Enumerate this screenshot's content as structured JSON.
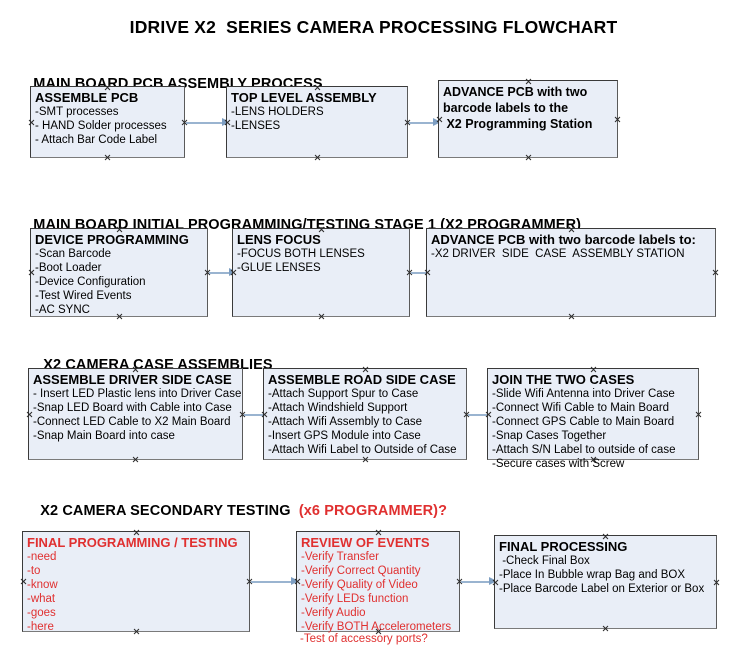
{
  "document": {
    "title": "IDRIVE X2  SERIES CAMERA PROCESSING FLOWCHART"
  },
  "colors": {
    "box_fill": "#e9eef7",
    "box_border": "#3a3a3a",
    "arrow": "#9ab4d0",
    "red_accent": "#e03030",
    "text": "#000000"
  },
  "sections": [
    {
      "id": "main-board-pcb-assembly-process",
      "heading": "MAIN BOARD PCB ASSEMBLY PROCESS",
      "heading_red": "",
      "boxes": [
        {
          "id": "assemble-pcb",
          "title": "ASSEMBLE PCB",
          "lines": [
            "-SMT processes",
            "- HAND Solder processes",
            "- Attach Bar Code Label"
          ]
        },
        {
          "id": "top-level-assembly",
          "title": "TOP LEVEL ASSEMBLY",
          "lines": [
            "-LENS HOLDERS",
            "-LENSES"
          ]
        },
        {
          "id": "advance-pcb-to-x2-programming-station",
          "title": "ADVANCE PCB with two\nbarcode labels to the\n X2 Programming Station",
          "lines": []
        }
      ]
    },
    {
      "id": "main-board-initial-programming-testing-stage-1",
      "heading": "MAIN BOARD INITIAL PROGRAMMING/TESTING STAGE 1 (X2 PROGRAMMER)",
      "heading_red": "",
      "boxes": [
        {
          "id": "device-programming",
          "title": "DEVICE PROGRAMMING",
          "lines": [
            "-Scan Barcode",
            "-Boot Loader",
            "-Device Configuration",
            "-Test Wired Events",
            "-AC SYNC"
          ]
        },
        {
          "id": "lens-focus",
          "title": "LENS FOCUS",
          "lines": [
            "-FOCUS BOTH LENSES",
            "-GLUE LENSES"
          ]
        },
        {
          "id": "advance-pcb-to-driver-side-case-assembly-station",
          "title": "ADVANCE PCB with two barcode labels to:",
          "lines": [
            "-X2 DRIVER  SIDE  CASE  ASSEMBLY STATION"
          ]
        }
      ]
    },
    {
      "id": "x2-camera-case-assemblies",
      "heading": "X2 CAMERA CASE ASSEMBLIES",
      "heading_red": "",
      "boxes": [
        {
          "id": "assemble-driver-side-case",
          "title": "ASSEMBLE DRIVER SIDE CASE",
          "lines": [
            "- Insert LED Plastic lens into Driver Case",
            "-Snap LED Board with Cable into Case",
            "-Connect LED Cable to X2 Main Board",
            "-Snap Main Board into case"
          ]
        },
        {
          "id": "assemble-road-side-case",
          "title": "ASSEMBLE ROAD SIDE CASE",
          "lines": [
            "-Attach Support Spur to Case",
            "-Attach Windshield Support",
            "-Attach Wifi Assembly to Case",
            "-Insert GPS Module into Case",
            "-Attach Wifi Label to Outside of Case"
          ]
        },
        {
          "id": "join-the-two-cases",
          "title": "JOIN THE TWO CASES",
          "lines": [
            "-Slide Wifi Antenna into Driver Case",
            "-Connect Wifi Cable to Main Board",
            "-Connect GPS Cable to Main Board",
            "-Snap Cases Together",
            "-Attach S/N Label to outside of case",
            "-Secure cases with Screw"
          ]
        }
      ]
    },
    {
      "id": "x2-camera-secondary-testing",
      "heading": "X2 CAMERA SECONDARY TESTING ",
      "heading_red": " (x6 PROGRAMMER)?",
      "boxes": [
        {
          "id": "final-programming-testing",
          "title": "FINAL PROGRAMMING / TESTING",
          "lines": [
            "-need",
            "-to",
            "-know",
            "-what",
            "-goes",
            "-here"
          ]
        },
        {
          "id": "review-of-events",
          "title": "REVIEW OF EVENTS",
          "lines": [
            "-Verify Transfer",
            "-Verify Correct Quantity",
            "-Verify Quality of Video",
            "-Verify LEDs function",
            "-Verify Audio",
            "-Verify BOTH Accelerometers"
          ],
          "overflow_line": "-Test of accessory ports?"
        },
        {
          "id": "final-processing",
          "title": "FINAL PROCESSING",
          "lines": [
            " -Check Final Box",
            "-Place In Bubble wrap Bag and BOX",
            "-Place Barcode Label on Exterior or Box"
          ]
        }
      ]
    }
  ]
}
